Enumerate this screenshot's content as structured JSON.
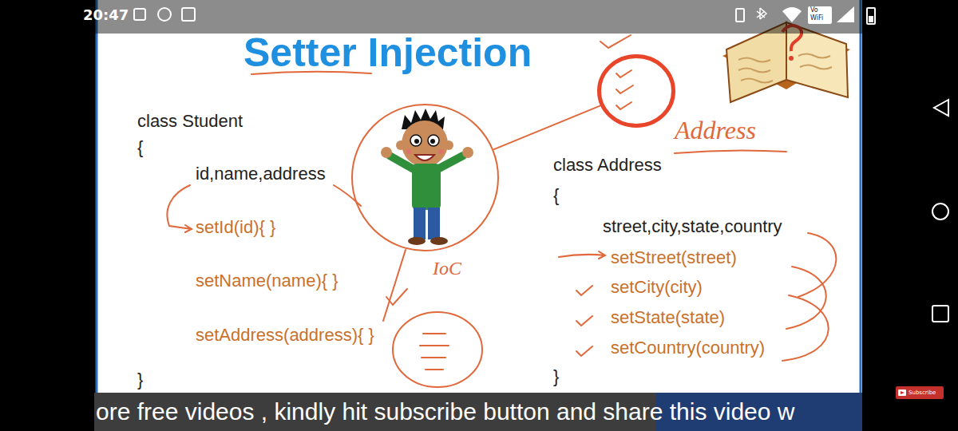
{
  "diagram": {
    "title": "Setter Injection",
    "nodes": [
      {
        "text": [
          "IoC"
        ]
      },
      {
        "text": [
          "Address"
        ]
      }
    ],
    "edges": [
      {
        "from": 0,
        "to": 1,
        "arrow": "none"
      }
    ],
    "labels": [
      "20:47",
      "Vo",
      "WiFi",
      "class Student",
      "{",
      "id,name,address",
      "setId(id){ }",
      "setName(name){ }",
      "setAddress(address){ }",
      "}",
      "class Address",
      "{",
      "street,city,state,country",
      "setStreet(street)",
      "setCity(city)",
      "setState(state)",
      "setCountry(country)",
      "}",
      "ore free videos , kindly  hit subscribe button and share this video w",
      "Subscribe"
    ]
  }
}
